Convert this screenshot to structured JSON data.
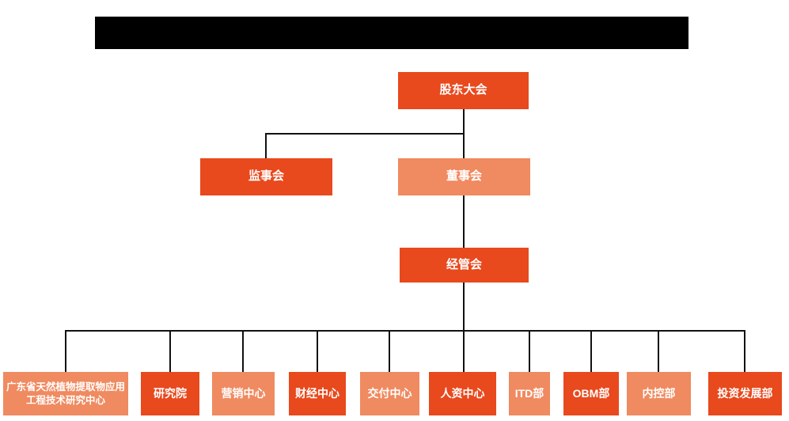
{
  "header": {
    "redacted_title": ""
  },
  "org_chart": {
    "type": "org-tree",
    "colors": {
      "primary_box": "#E8491D",
      "secondary_box": "#F08A60",
      "connector_line": "#111111",
      "title_bar": "#000000",
      "box_text": "#FFFFFF",
      "background": "#FFFFFF"
    },
    "nodes": [
      {
        "id": "shareholders-meeting",
        "label": "股东大会",
        "level": 1,
        "variant": "primary"
      },
      {
        "id": "supervisory-board",
        "label": "监事会",
        "level": 2,
        "variant": "primary"
      },
      {
        "id": "board-of-directors",
        "label": "董事会",
        "level": 2,
        "variant": "secondary"
      },
      {
        "id": "management-committee",
        "label": "经管会",
        "level": 3,
        "variant": "primary"
      },
      {
        "id": "gd-research-center",
        "label": "广东省天然植物提取物应用工程技术研究中心",
        "level": 4,
        "variant": "secondary"
      },
      {
        "id": "research-institute",
        "label": "研究院",
        "level": 4,
        "variant": "primary"
      },
      {
        "id": "marketing-center",
        "label": "营销中心",
        "level": 4,
        "variant": "secondary"
      },
      {
        "id": "finance-center",
        "label": "财经中心",
        "level": 4,
        "variant": "primary"
      },
      {
        "id": "delivery-center",
        "label": "交付中心",
        "level": 4,
        "variant": "secondary"
      },
      {
        "id": "hr-center",
        "label": "人资中心",
        "level": 4,
        "variant": "primary"
      },
      {
        "id": "itd-dept",
        "label": "ITD部",
        "level": 4,
        "variant": "secondary"
      },
      {
        "id": "obm-dept",
        "label": "OBM部",
        "level": 4,
        "variant": "primary"
      },
      {
        "id": "internal-control-dept",
        "label": "内控部",
        "level": 4,
        "variant": "secondary"
      },
      {
        "id": "investment-development-dept",
        "label": "投资发展部",
        "level": 4,
        "variant": "primary"
      }
    ]
  }
}
